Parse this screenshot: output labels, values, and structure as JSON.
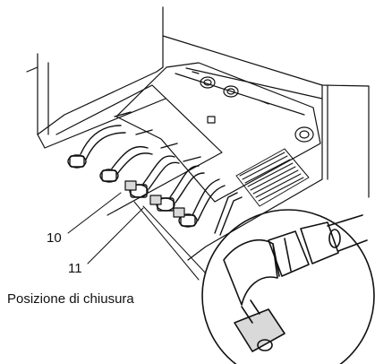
{
  "callouts": {
    "label_10": "10",
    "label_11": "11",
    "closed_position": "Posizione di chiusura"
  },
  "colors": {
    "line": "#111111",
    "background": "#ffffff",
    "shade": "#d9d9d9"
  }
}
